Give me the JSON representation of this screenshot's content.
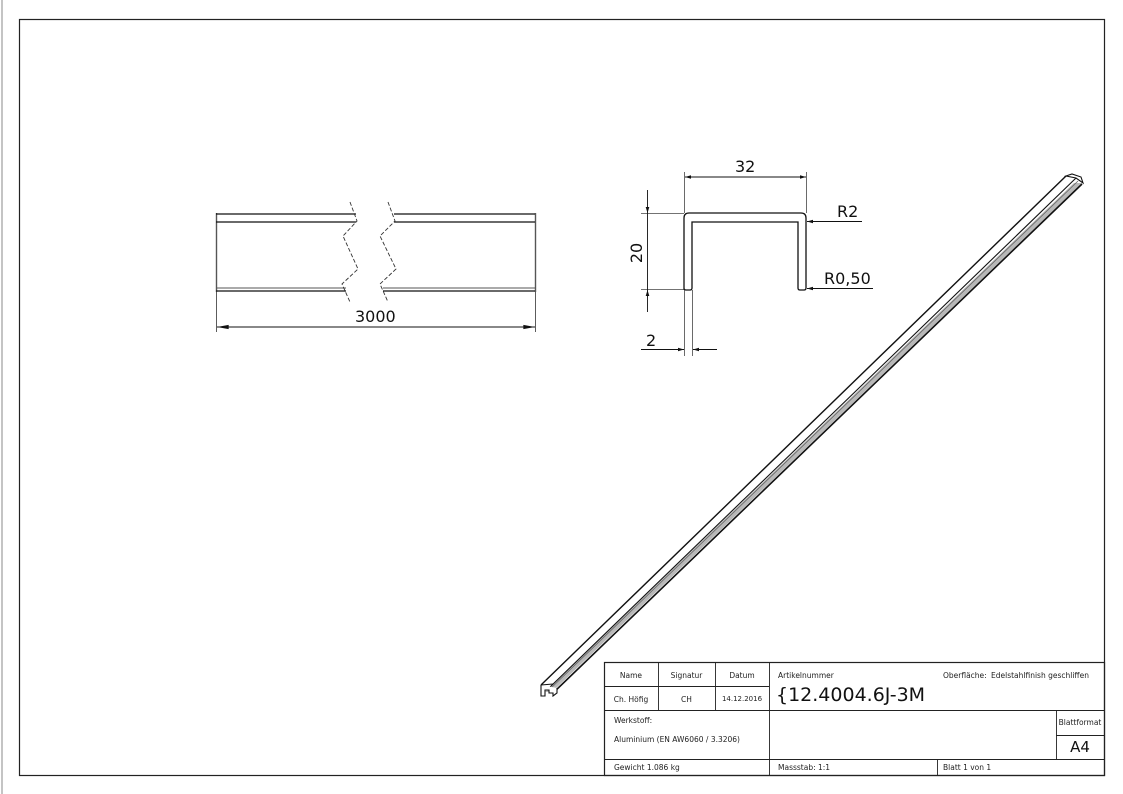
{
  "drawing": {
    "views": {
      "side_view": {
        "length_dimension": "3000"
      },
      "section_view": {
        "width_dimension": "32",
        "height_dimension": "20",
        "thickness_dimension": "2",
        "outer_radius": "R2",
        "end_radius": "R0,50"
      },
      "isometric_view": {
        "description": "isometric U-profile bar"
      }
    },
    "colors": {
      "line": "#111111",
      "thin_line": "#333333",
      "shade": "#9a9a9a",
      "background": "#ffffff"
    }
  },
  "title_block": {
    "headers": {
      "name": "Name",
      "signatur": "Signatur",
      "datum": "Datum",
      "artikelnummer": "Artikelnummer",
      "oberflaeche_label": "Oberfläche:"
    },
    "values": {
      "name": "Ch. Höfig",
      "signatur": "CH",
      "datum": "14.12.2016",
      "artikelnummer": "{12.4004.6J-3M",
      "oberflaeche": "Edelstahlfinish geschliffen"
    },
    "werkstoff_label": "Werkstoff:",
    "werkstoff": "Aluminium (EN AW6060 / 3.3206)",
    "blattformat_label": "Blattformat",
    "blattformat": "A4",
    "gewicht": "Gewicht 1.086 kg",
    "massstab": "Massstab: 1:1",
    "blatt": "Blatt 1 von 1"
  }
}
